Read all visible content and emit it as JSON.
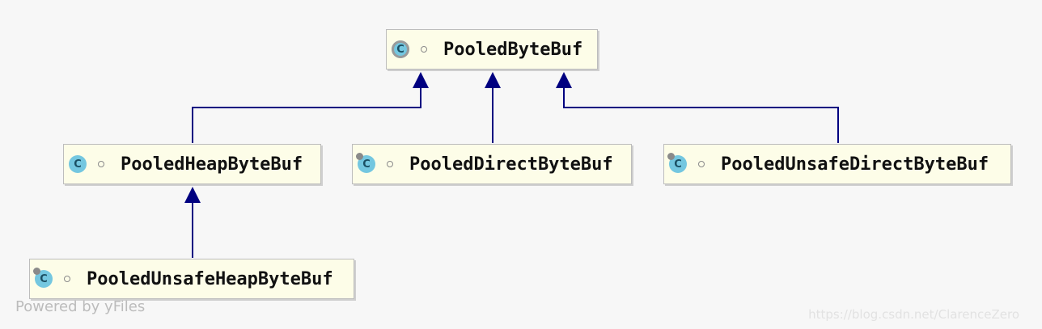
{
  "colors": {
    "edge": "#000080",
    "node_fill": "#fdfde8",
    "class_icon": "#74c7e0",
    "background": "#f7f7f7"
  },
  "nodes": {
    "pooled_byte_buf": {
      "label": "PooledByteBuf",
      "icon": "abstract-class-icon"
    },
    "pooled_heap_byte_buf": {
      "label": "PooledHeapByteBuf",
      "icon": "class-icon"
    },
    "pooled_direct_byte_buf": {
      "label": "PooledDirectByteBuf",
      "icon": "final-class-icon"
    },
    "pooled_unsafe_direct_byte_buf": {
      "label": "PooledUnsafeDirectByteBuf",
      "icon": "final-class-icon"
    },
    "pooled_unsafe_heap_byte_buf": {
      "label": "PooledUnsafeHeapByteBuf",
      "icon": "final-class-icon"
    }
  },
  "edges": [
    {
      "from": "pooled_heap_byte_buf",
      "to": "pooled_byte_buf",
      "type": "extends"
    },
    {
      "from": "pooled_direct_byte_buf",
      "to": "pooled_byte_buf",
      "type": "extends"
    },
    {
      "from": "pooled_unsafe_direct_byte_buf",
      "to": "pooled_byte_buf",
      "type": "extends"
    },
    {
      "from": "pooled_unsafe_heap_byte_buf",
      "to": "pooled_heap_byte_buf",
      "type": "extends"
    }
  ],
  "watermarks": {
    "yfiles": "Powered by yFiles",
    "csdn": "https://blog.csdn.net/ClarenceZero"
  }
}
